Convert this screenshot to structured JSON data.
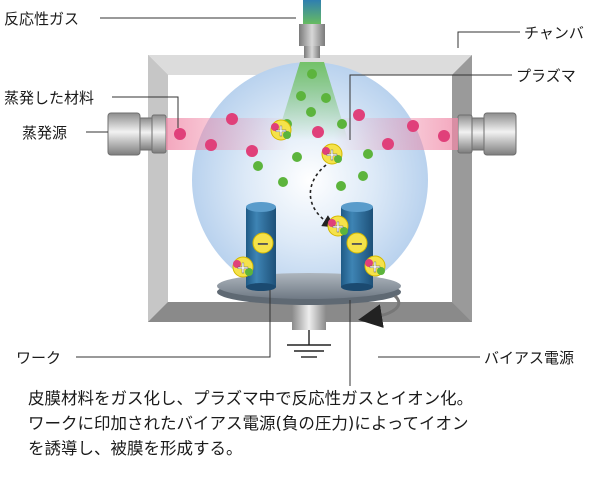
{
  "labels": {
    "reactive_gas": "反応性ガス",
    "chamber": "チャンバ",
    "plasma": "プラズマ",
    "evaporated_material": "蒸発した材料",
    "evaporation_source": "蒸発源",
    "work": "ワーク",
    "bias_power": "バイアス電源"
  },
  "caption": {
    "line1": "皮膜材料をガス化し、プラズマ中で反応性ガスとイオン化。",
    "line2": "ワークに印加されたバイアス電源(負の圧力)によってイオン",
    "line3": "を誘導し、被膜を形成する。"
  },
  "ions": {
    "plus_symbol": "+",
    "minus_symbol": "−"
  },
  "colors": {
    "chamber_wall": "#9a9a9a",
    "plasma_blue": "#c9ddf2",
    "gas_green": "#5cb43c",
    "material_pink": "#e0407a",
    "cylinder_blue": "#2f6f9f",
    "ion_yellow": "#f5e24a",
    "table_grey": "#8e98a2"
  }
}
